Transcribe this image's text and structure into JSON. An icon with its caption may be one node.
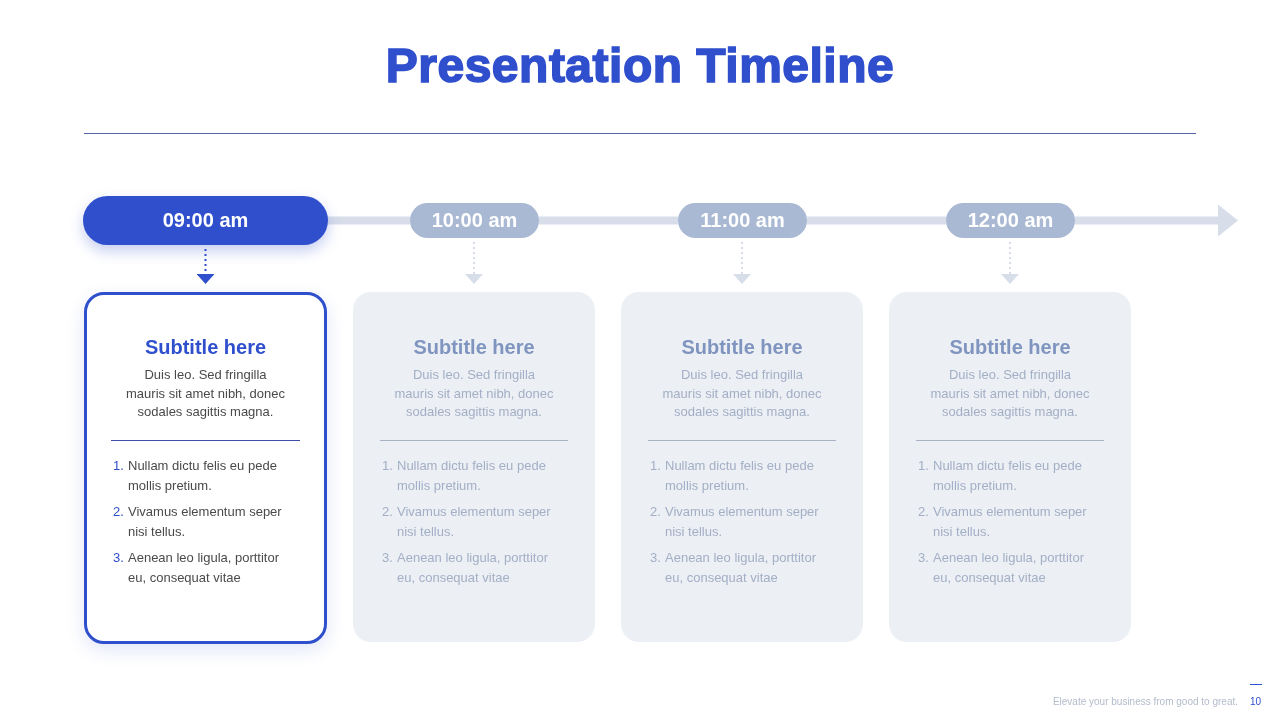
{
  "diagram": {
    "title": "Presentation Timeline",
    "nodes": [
      {
        "text": [
          "09:00 am"
        ]
      },
      {
        "text": [
          "10:00 am"
        ]
      },
      {
        "text": [
          "11:00 am"
        ]
      },
      {
        "text": [
          "12:00 am"
        ]
      },
      {
        "text": [
          "Subtitle here",
          "Duis leo. Sed fringilla mauris sit amet nibh, donec sodales sagittis magna.",
          "1. Nullam dictu felis eu pede mollis pretium.",
          "2. Vivamus elementum seper nisi tellus.",
          "3. Aenean leo ligula, porttitor eu, consequat vitae"
        ]
      },
      {
        "text": [
          "Subtitle here",
          "Duis leo. Sed fringilla mauris sit amet nibh, donec sodales sagittis magna.",
          "1. Nullam dictu felis eu pede mollis pretium.",
          "2. Vivamus elementum seper nisi tellus.",
          "3. Aenean leo ligula, porttitor eu, consequat vitae"
        ]
      },
      {
        "text": [
          "Subtitle here",
          "Duis leo. Sed fringilla mauris sit amet nibh, donec sodales sagittis magna.",
          "1. Nullam dictu felis eu pede mollis pretium.",
          "2. Vivamus elementum seper nisi tellus.",
          "3. Aenean leo ligula, porttitor eu, consequat vitae"
        ]
      },
      {
        "text": [
          "Subtitle here",
          "Duis leo. Sed fringilla mauris sit amet nibh, donec sodales sagittis magna.",
          "1. Nullam dictu felis eu pede mollis pretium.",
          "2. Vivamus elementum seper nisi tellus.",
          "3. Aenean leo ligula, porttitor eu, consequat vitae"
        ]
      }
    ],
    "edges": [
      {
        "from": 0,
        "to": 1,
        "arrow": "none",
        "style": "thick"
      },
      {
        "from": 1,
        "to": 2,
        "arrow": "none",
        "style": "thick"
      },
      {
        "from": 2,
        "to": 3,
        "arrow": "none",
        "style": "thick"
      },
      {
        "from": 3,
        "to": null,
        "arrow": "to",
        "style": "thick"
      },
      {
        "from": 0,
        "to": 4,
        "arrow": "to",
        "style": "dashed",
        "color": "#2f4fcd"
      },
      {
        "from": 1,
        "to": 5,
        "arrow": "to",
        "style": "dashed"
      },
      {
        "from": 2,
        "to": 6,
        "arrow": "to",
        "style": "dashed"
      },
      {
        "from": 3,
        "to": 7,
        "arrow": "to",
        "style": "dashed"
      }
    ],
    "labels": [
      "Elevate your business from good to great.",
      "10"
    ]
  }
}
